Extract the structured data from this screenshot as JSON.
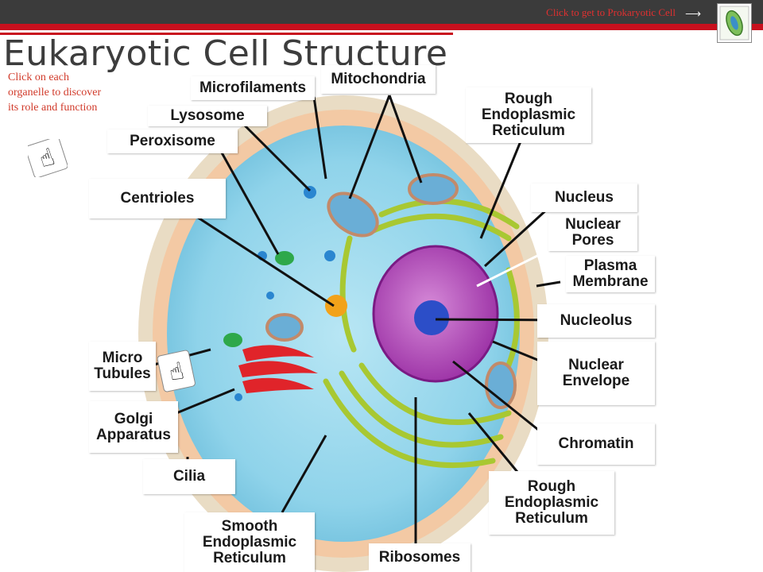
{
  "slide": {
    "title": "Eukaryotic Cell Structure",
    "instruction": "Click on each organelle to discover its role and function",
    "prokaryotic_link": "Click to get to Prokaryotic Cell"
  },
  "labels": {
    "microfilaments": "Microfilaments",
    "mitochondria": "Mitochondria",
    "rough_er_top": "Rough\nEndoplasmic\nReticulum",
    "lysosome": "Lysosome",
    "peroxisome": "Peroxisome",
    "centrioles": "Centrioles",
    "nucleus": "Nucleus",
    "nuclear_pores": "Nuclear\nPores",
    "plasma_membrane": "Plasma\nMembrane",
    "nucleolus": "Nucleolus",
    "nuclear_envelope": "Nuclear\nEnvelope",
    "chromatin": "Chromatin",
    "rough_er_bottom": "Rough\nEndoplasmic\nReticulum",
    "micro_tubules": "Micro\nTubules",
    "golgi_apparatus": "Golgi\nApparatus",
    "cilia": "Cilia",
    "smooth_er": "Smooth\nEndoplasmic\nReticulum",
    "ribosomes": "Ribosomes"
  },
  "colors": {
    "header_bar": "#3b3b3b",
    "accent_red": "#c8101e",
    "title_text": "#3d3d3d",
    "link_text": "#e03030",
    "cytoplasm": "#8fd3ea",
    "nucleus": "#b04ab8",
    "golgi": "#e0242a",
    "er": "#a8c832"
  },
  "icons": [
    "pointing-hand-icon",
    "arrow-right-icon",
    "prokaryotic-cell-thumbnail"
  ]
}
